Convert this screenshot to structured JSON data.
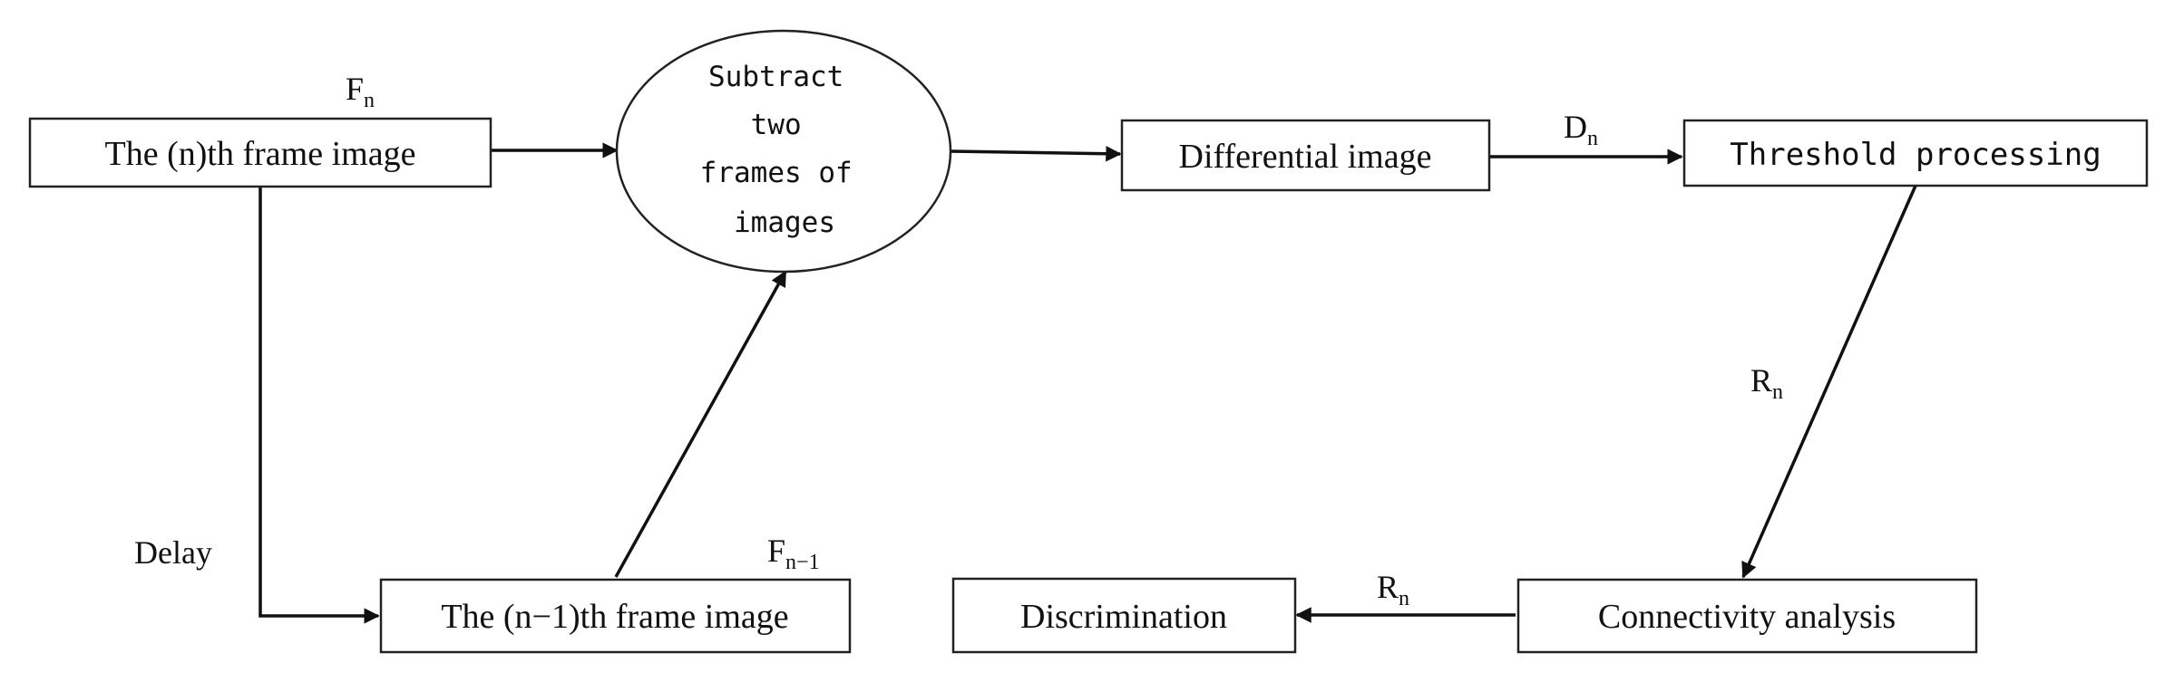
{
  "nodes": {
    "nth_frame": "The (n)th frame image",
    "prev_frame": "The (n−1)th frame image",
    "subtract": [
      "Subtract",
      "two",
      "frames of",
      "images"
    ],
    "differential": "Differential image",
    "threshold": "Threshold processing",
    "connectivity": "Connectivity analysis",
    "discrimination": "Discrimination"
  },
  "edge_labels": {
    "fn_base": "F",
    "fn_sub": "n",
    "fn1_base": "F",
    "fn1_sub": "n−1",
    "dn_base": "D",
    "dn_sub": "n",
    "rn_right_base": "R",
    "rn_right_sub": "n",
    "rn_bottom_base": "R",
    "rn_bottom_sub": "n",
    "delay": "Delay"
  },
  "colors": {
    "stroke": "#111111",
    "background": "#ffffff"
  }
}
